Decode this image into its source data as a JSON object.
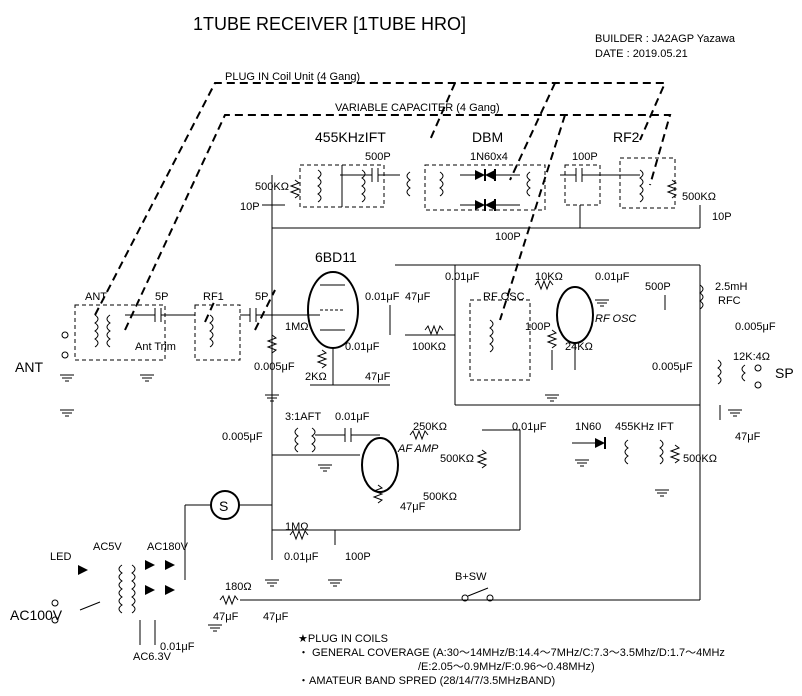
{
  "title": "1TUBE RECEIVER [1TUBE HRO]",
  "builder": "BUILDER : JA2AGP Yazawa",
  "date": "DATE      :  2019.05.21",
  "labels": {
    "plug_in_coil": "PLUG IN Coil Unit (4 Gang)",
    "variable_cap": "VARIABLE CAPACITER (4 Gang)",
    "ift455": "455KHzIFT",
    "dbm": "DBM",
    "diodes": "1N60x4",
    "rf2": "RF2",
    "tube": "6BD11",
    "ant_coil": "ANT",
    "rf1": "RF1",
    "ant_trim": "Ant Trim",
    "ant_terminal": "ANT",
    "rf_osc": "RF OSC",
    "rf_osc_italic": "RF OSC",
    "af_amp": "AF AMP",
    "aft": "3:1AFT",
    "det_diode": "1N60",
    "ift455_2": "455KHz IFT",
    "rfc": "2.5mH",
    "rfc_label": "RFC",
    "sp_trans": "12K:4Ω",
    "sp": "SP",
    "led": "LED",
    "ac5v": "AC5V",
    "ac180v": "AC180V",
    "ac100v": "AC100V",
    "ac63v": "AC6.3V",
    "bsw": "B+SW",
    "switch": "S"
  },
  "components": {
    "c_500p_a": "500P",
    "r_500k_a": "500KΩ",
    "c_10p_a": "10P",
    "c_100p_a": "100P",
    "r_500k_b": "500KΩ",
    "c_10p_b": "10P",
    "c_100p_b": "100P",
    "c_5p_a": "5P",
    "c_5p_b": "5P",
    "r_1m_a": "1MΩ",
    "c_0005_a": "0.005μF",
    "c_001_a": "0.01μF",
    "c_47_a": "47μF",
    "c_001_b": "0.01μF",
    "r_2k": "2KΩ",
    "c_47_b": "47μF",
    "r_100k": "100KΩ",
    "c_001_c": "0.01μF",
    "r_10k": "10KΩ",
    "c_001_d": "0.01μF",
    "c_100p_c": "100P",
    "r_24k": "24KΩ",
    "c_500p_b": "500P",
    "c_0005_b": "0.005μF",
    "c_0005_c": "0.005μF",
    "c_47_c": "47μF",
    "c_0005_d": "0.005μF",
    "c_001_e": "0.01μF",
    "r_250k": "250KΩ",
    "r_500k_c": "500KΩ",
    "c_001_f": "0.01μF",
    "r_500k_d": "500KΩ",
    "c_47_d": "47μF",
    "r_500k_e": "500KΩ",
    "r_1m_b": "1MΩ",
    "c_001_g": "0.01μF",
    "c_100p_d": "100P",
    "r_180": "180Ω",
    "c_47_e": "47μF",
    "c_47_f": "47μF",
    "c_001_h": "0.01μF"
  },
  "notes": {
    "heading": "★PLUG IN COILS",
    "line1": "・ GENERAL COVERAGE   (A:30～14MHz/B:14.4～7MHz/C:7.3～3.5Mhz/D:1.7～4MHz",
    "line2": "/E:2.05～0.9MHz/F:0.96～0.48MHz)",
    "line3": "・AMATEUR BAND SPRED  (28/14/7/3.5MHzBAND)"
  }
}
